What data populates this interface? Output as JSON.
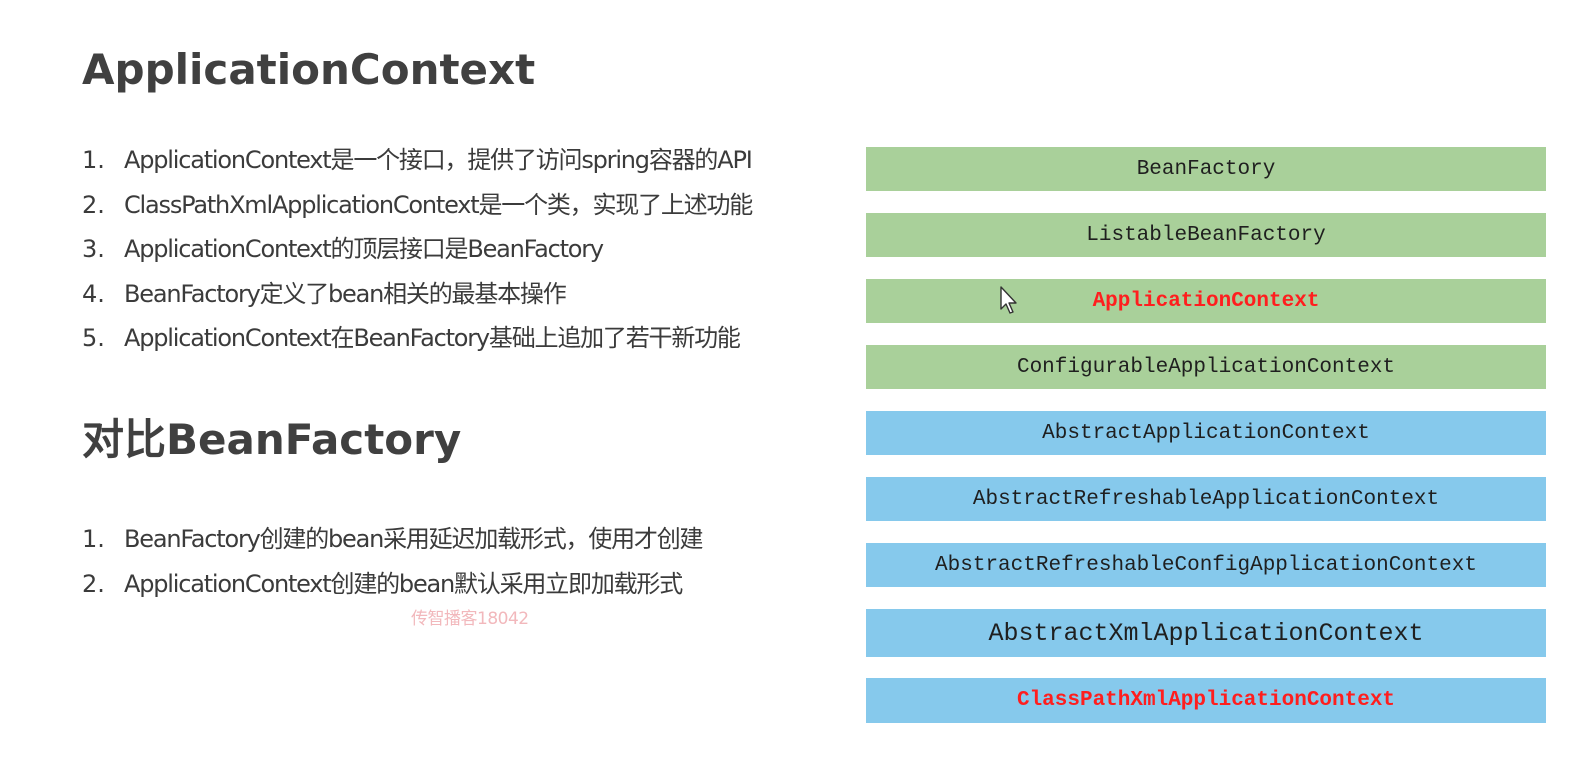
{
  "section1": {
    "title": "ApplicationContext",
    "items": [
      {
        "num": "1.",
        "text": "ApplicationContext是一个接口，提供了访问spring容器的API"
      },
      {
        "num": "2.",
        "text": "ClassPathXmlApplicationContext是一个类，实现了上述功能"
      },
      {
        "num": "3.",
        "text": "ApplicationContext的顶层接口是BeanFactory"
      },
      {
        "num": "4.",
        "text": "BeanFactory定义了bean相关的最基本操作"
      },
      {
        "num": "5.",
        "text": "ApplicationContext在BeanFactory基础上追加了若干新功能"
      }
    ]
  },
  "section2": {
    "title": "对比BeanFactory",
    "items": [
      {
        "num": "1.",
        "text": "BeanFactory创建的bean采用延迟加载形式，使用才创建"
      },
      {
        "num": "2.",
        "text": "ApplicationContext创建的bean默认采用立即加载形式"
      }
    ]
  },
  "watermark": "传智播客18042",
  "hierarchy": {
    "colors": {
      "interface": "#a9d09a",
      "class": "#86c9ec",
      "highlight_text": "#ff1e1e"
    },
    "nodes": [
      {
        "label": "BeanFactory",
        "kind": "interface",
        "highlight": false
      },
      {
        "label": "ListableBeanFactory",
        "kind": "interface",
        "highlight": false
      },
      {
        "label": "ApplicationContext",
        "kind": "interface",
        "highlight": true
      },
      {
        "label": "ConfigurableApplicationContext",
        "kind": "interface",
        "highlight": false
      },
      {
        "label": "AbstractApplicationContext",
        "kind": "class",
        "highlight": false
      },
      {
        "label": "AbstractRefreshableApplicationContext",
        "kind": "class",
        "highlight": false
      },
      {
        "label": "AbstractRefreshableConfigApplicationContext",
        "kind": "class",
        "highlight": false
      },
      {
        "label": "AbstractXmlApplicationContext",
        "kind": "class",
        "highlight": false
      },
      {
        "label": "ClassPathXmlApplicationContext",
        "kind": "class",
        "highlight": true
      }
    ]
  }
}
